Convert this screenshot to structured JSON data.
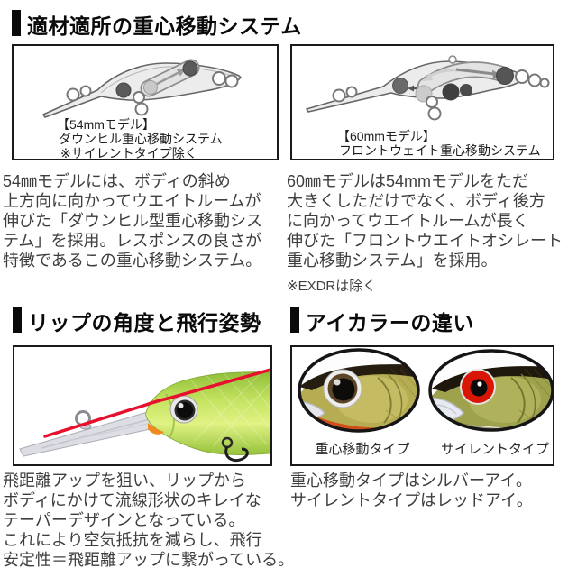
{
  "header1": {
    "title": "適材適所の重心移動システム"
  },
  "box54": {
    "caption": [
      "【54mmモデル】",
      "ダウンヒル重心移動システム",
      "※サイレントタイプ除く"
    ]
  },
  "box60": {
    "caption": [
      "【60mmモデル】",
      "フロントウェイト重心移動システム"
    ]
  },
  "para54": [
    "54㎜モデルには、ボディの斜め",
    "上方向に向かってウエイトルームが",
    "伸びた「ダウンヒル型重心移動シス",
    "テム」を採用。レスポンスの良さが",
    "特徴であるこの重心移動システム。"
  ],
  "para60": [
    "60㎜モデルは54mmモデルをただ",
    "大きくしただけでなく、ボディ後方",
    "に向かってウエイトルームが長く",
    "伸びた「フロントウエイトオシレート",
    "重心移動システム」を採用。"
  ],
  "note60": "※EXDRは除く",
  "header2": {
    "title": "リップの角度と飛行姿勢"
  },
  "header3": {
    "title": "アイカラーの違い"
  },
  "para_lip": [
    "飛距離アップを狙い、リップから",
    "ボディにかけて流線形状のキレイな",
    "テーパーデザインとなっている。",
    "これにより空気抵抗を減らし、飛行",
    "安定性＝飛距離アップに繋がっている。"
  ],
  "eye_labels": {
    "left": "重心移動タイプ",
    "right": "サイレントタイプ"
  },
  "para_eye": [
    "重心移動タイプはシルバーアイ。",
    "サイレントタイプはレッドアイ。"
  ],
  "colors": {
    "accent_red": "#e8112d",
    "lure_green": "#b0d83c",
    "eye_red": "#d91505",
    "border": "#1a1a1a",
    "text": "#3e3e3e"
  }
}
